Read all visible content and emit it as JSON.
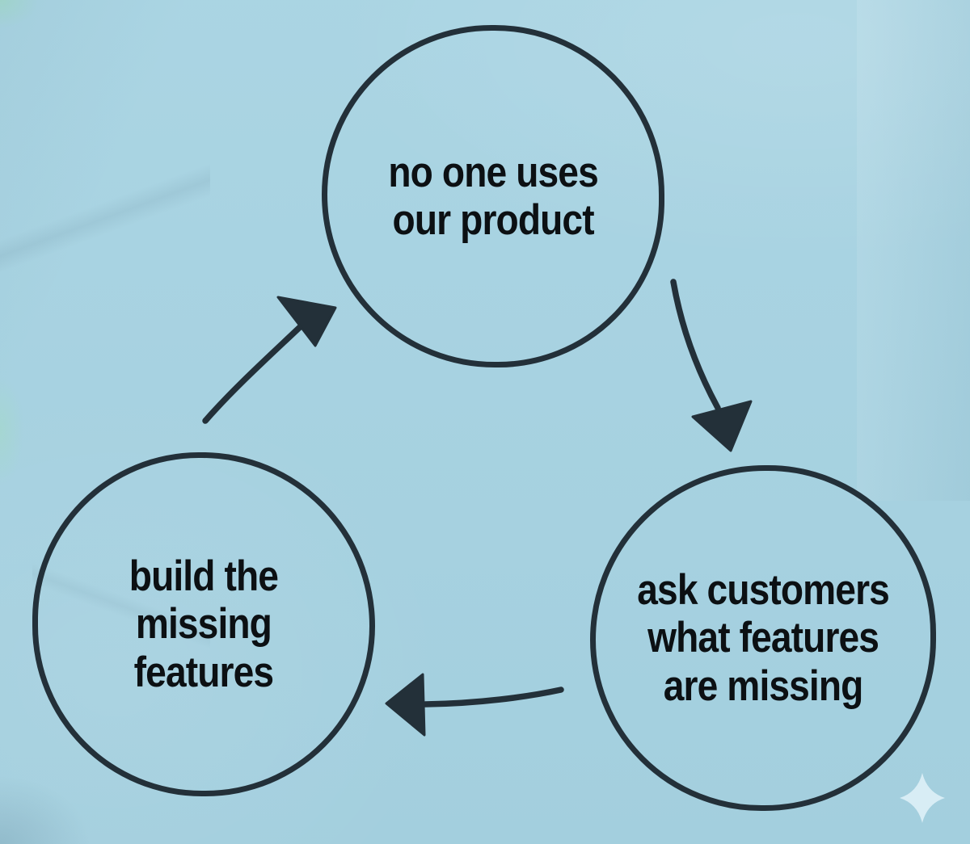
{
  "page": {
    "background_color": "#a7d3e2",
    "ink_color": "#233039",
    "text_color": "#0c1013",
    "sparkle_color": "#dbeef5"
  },
  "diagram": {
    "type": "cycle",
    "nodes": [
      {
        "id": "no-one-uses",
        "label": "no one uses\nour product"
      },
      {
        "id": "ask-customers",
        "label": "ask customers\nwhat features\nare missing"
      },
      {
        "id": "build-features",
        "label": "build the\nmissing\nfeatures"
      }
    ],
    "edges": [
      {
        "from": "no-one-uses",
        "to": "ask-customers"
      },
      {
        "from": "ask-customers",
        "to": "build-features"
      },
      {
        "from": "build-features",
        "to": "no-one-uses"
      }
    ]
  },
  "decorations": {
    "sparkle_icon": "four-pointed-star"
  }
}
